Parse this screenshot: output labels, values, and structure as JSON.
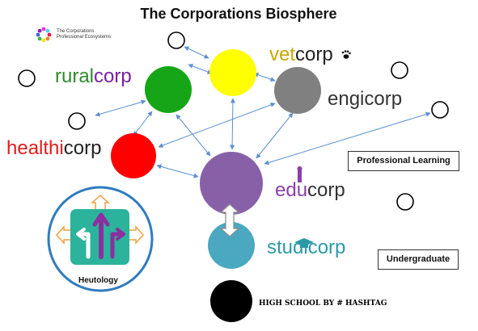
{
  "title": "The Corporations Biosphere",
  "logo": {
    "text": "The Corporations Professional Ecosystems",
    "dot_colors": [
      "#e6194b",
      "#f58231",
      "#ffe119",
      "#3cb44b",
      "#4363d8",
      "#911eb4",
      "#f032e6",
      "#42d4f4"
    ]
  },
  "corporations": {
    "rural": {
      "prefix": "rural",
      "suffix": "corp",
      "prefix_color": "#2e8b2e",
      "suffix_color": "#7b1fa2",
      "circle_color": "#16a516"
    },
    "vet": {
      "prefix": "vet",
      "suffix": "corp",
      "prefix_color": "#c8a800",
      "suffix_color": "#222222",
      "circle_color": "#ffff00"
    },
    "engi": {
      "prefix": "engi",
      "suffix": "corp",
      "prefix_color": "#333333",
      "suffix_color": "#333333",
      "circle_color": "#808080"
    },
    "healthi": {
      "prefix": "healthi",
      "suffix": "corp",
      "prefix_color": "#e01b1b",
      "suffix_color": "#222222",
      "circle_color": "#ff0000"
    },
    "edu": {
      "prefix": "edu",
      "suffix": "corp",
      "prefix_color": "#8b3fa8",
      "suffix_color": "#333333",
      "circle_color": "#8860a8"
    },
    "studi": {
      "prefix": "studi",
      "suffix": "corp",
      "prefix_color": "#2a9aa8",
      "suffix_color": "#2a9aa8",
      "circle_color": "#4aa8c0"
    }
  },
  "labels": {
    "professional_learning": "Professional Learning",
    "undergraduate": "Undergraduate",
    "high_school": "HIGH SCHOOL BY # HASHTAG",
    "heutology": "Heutology"
  },
  "colors": {
    "connector": "#5b8fd1",
    "heutology_ring": "#2f7bbf",
    "heutology_tile": "#2bb39b",
    "heutology_accent": "#f0a040",
    "high_school_circle": "#000000"
  }
}
